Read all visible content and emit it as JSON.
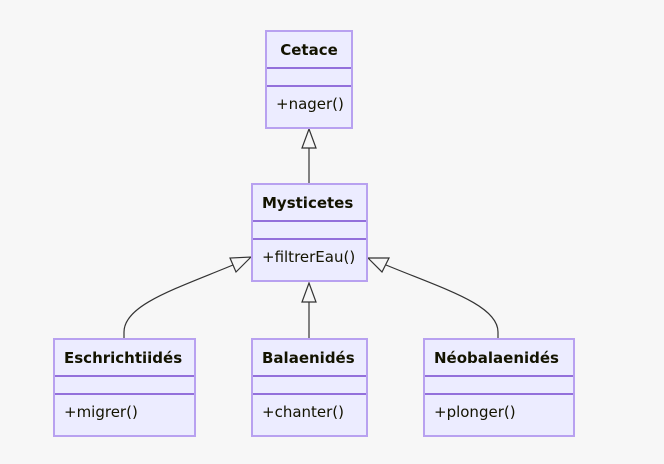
{
  "diagram": {
    "type": "class-diagram",
    "colors": {
      "background": "#f7f7f7",
      "box_fill": "#ececff",
      "box_border": "#b8a1f0",
      "divider": "#9370db",
      "edge": "#333333",
      "text": "#131300"
    },
    "classes": {
      "cetace": {
        "name": "Cetace",
        "attributes": [],
        "methods": [
          "+nager()"
        ]
      },
      "mysticetes": {
        "name": "Mysticetes",
        "attributes": [],
        "methods": [
          "+filtrerEau()"
        ]
      },
      "eschrichtiides": {
        "name": "Eschrichtiidés",
        "attributes": [],
        "methods": [
          "+migrer()"
        ]
      },
      "balaenides": {
        "name": "Balaenidés",
        "attributes": [],
        "methods": [
          "+chanter()"
        ]
      },
      "neobalaenides": {
        "name": "Néobalaenidés",
        "attributes": [],
        "methods": [
          "+plonger()"
        ]
      }
    },
    "relations": [
      {
        "from": "Mysticetes",
        "to": "Cetace",
        "type": "inheritance"
      },
      {
        "from": "Eschrichtiidés",
        "to": "Mysticetes",
        "type": "inheritance"
      },
      {
        "from": "Balaenidés",
        "to": "Mysticetes",
        "type": "inheritance"
      },
      {
        "from": "Néobalaenidés",
        "to": "Mysticetes",
        "type": "inheritance"
      }
    ]
  }
}
